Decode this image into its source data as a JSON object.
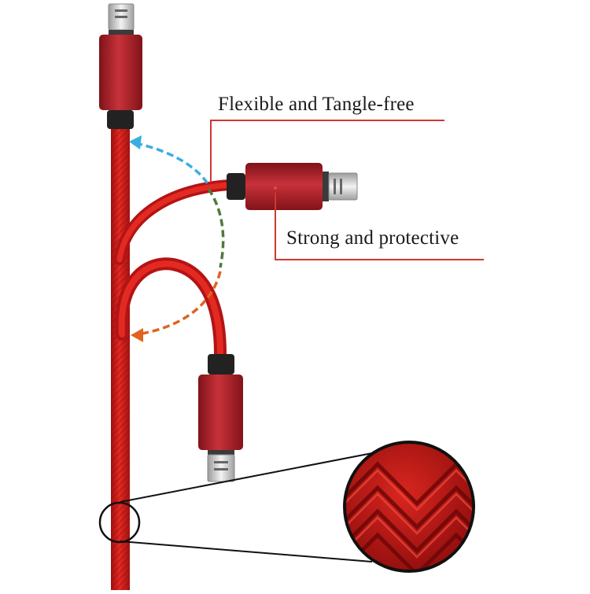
{
  "callouts": {
    "flexible": "Flexible and Tangle-free",
    "strong": "Strong and protective"
  },
  "colors": {
    "cable_red": "#d31a1a",
    "connector_red": "#b3222c",
    "callout_line": "#d0382f",
    "arrow_blue": "#3aaee0",
    "arrow_green": "#4d7b3a",
    "arrow_orange": "#e0631f"
  },
  "icons": [
    "micro-usb-plug",
    "braided-cable",
    "magnifier-circle"
  ]
}
